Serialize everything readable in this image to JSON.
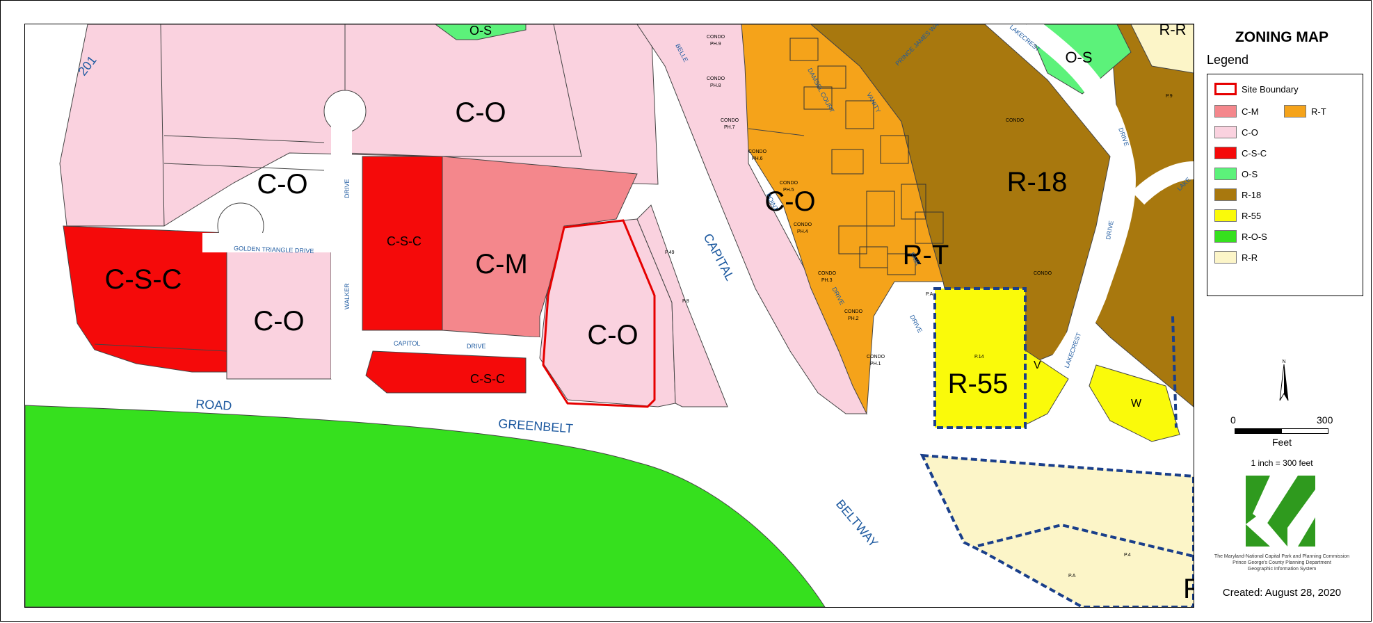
{
  "title": "ZONING MAP",
  "legend": {
    "heading": "Legend",
    "site_boundary": "Site Boundary",
    "items": [
      {
        "label": "C-M",
        "color": "#f4878c"
      },
      {
        "label": "R-T",
        "color": "#f5a31a"
      },
      {
        "label": "C-O",
        "color": "#fad2df"
      },
      {
        "label": "C-S-C",
        "color": "#f50a0a"
      },
      {
        "label": "O-S",
        "color": "#5cf27a"
      },
      {
        "label": "R-18",
        "color": "#a8780e"
      },
      {
        "label": "R-55",
        "color": "#fafa0a"
      },
      {
        "label": "R-O-S",
        "color": "#36e01e"
      },
      {
        "label": "R-R",
        "color": "#fcf5c8"
      }
    ]
  },
  "scale": {
    "start": "0",
    "end": "300",
    "unit": "Feet",
    "ratio": "1 inch = 300 feet"
  },
  "north_label": "N",
  "agency": {
    "line1": "The Maryland-National Capital Park and Planning Commission",
    "line2": "Prince George's County Planning Department",
    "line3": "Geographic Information System"
  },
  "created": "Created: August 28, 2020",
  "map": {
    "zone_labels": {
      "co_top": "C-O",
      "co_mid": "C-O",
      "co_low": "C-O",
      "co_site": "C-O",
      "co_east": "C-O",
      "csc_big": "C-S-C",
      "csc_mid": "C-S-C",
      "csc_low": "C-S-C",
      "cm": "C-M",
      "os_top": "O-S",
      "os_right": "O-S",
      "rr_corner": "R-R",
      "r18": "R-18",
      "rt": "R-T",
      "r55": "R-55"
    },
    "streets": {
      "road": "ROAD",
      "greenbelt": "GREENBELT",
      "capital": "CAPITAL",
      "beltway": "BELTWAY",
      "golden": "GOLDEN TRIANGLE DRIVE",
      "capitol_a": "CAPITOL",
      "capitol_b": "DRIVE",
      "walker": "WALKER",
      "drive_walker": "DRIVE",
      "route": "201",
      "belle": "BELLE",
      "point": "POINT",
      "drive_point": "DRIVE",
      "damsel": "DAMSEL COURT",
      "vanity": "VANITY",
      "fair": "FAIR",
      "drive_fair": "DRIVE",
      "prince": "PRINCE JAMES WAY",
      "lakecrest_top": "LAKECREST",
      "lakecrest": "LAKECREST",
      "drive_right": "DRIVE",
      "drive_right2": "DRIVE",
      "lake_edge": "LAKE"
    },
    "parcels": {
      "condo1": "CONDO",
      "ph1": "PH.1",
      "condo2": "CONDO",
      "ph2": "PH.2",
      "condo3": "CONDO",
      "ph3": "PH.3",
      "condo4": "CONDO",
      "ph4": "PH.4",
      "condo5": "CONDO",
      "ph5": "PH.5",
      "condo6": "CONDO",
      "ph6": "PH.6",
      "condo7": "CONDO",
      "ph7": "PH.7",
      "condo8": "CONDO",
      "ph8": "PH.8",
      "condo9": "CONDO",
      "ph9": "PH.9",
      "p49": "P.49",
      "p8": "P.8",
      "p14": "P.14",
      "pa_rt": "P.A",
      "condo_r18a": "CONDO",
      "condo_r18b": "CONDO",
      "p9": "P.9",
      "pa_bottom": "P.A",
      "p4_bottom": "P.4",
      "v_lbl": "V",
      "w_lbl": "W",
      "r_edge": "R"
    }
  }
}
